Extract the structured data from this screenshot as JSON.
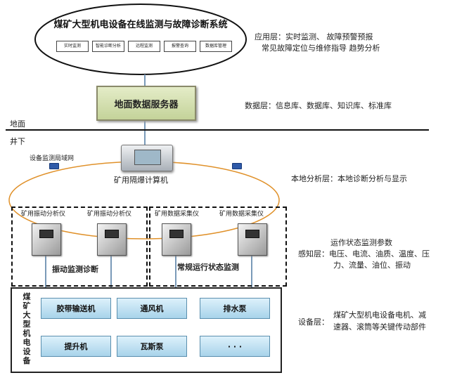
{
  "app_system": {
    "title": "煤矿大型机电设备在线监测与故障诊断系统",
    "functions": [
      "实时监测",
      "智能诊断分析",
      "远程监测",
      "报警查询",
      "数据库管理"
    ]
  },
  "layers": {
    "application": {
      "name": "应用层：",
      "line1": "实时监测、 故障预警预报",
      "line2": "常见故障定位与维修指导  趋势分析"
    },
    "data": {
      "name": "数据层：",
      "content": "信息库、数据库、知识库、标准库"
    },
    "local_analysis": {
      "name": "本地分析层：",
      "content": "本地诊断分析与显示"
    },
    "sensing": {
      "name": "感知层：",
      "line1": "运作状态监测参数",
      "line2": "电压、电流、油质、温度、压",
      "line3": "力、流量、油位、振动"
    },
    "equipment": {
      "name": "设备层：",
      "line1": "煤矿大型机电设备电机、减",
      "line2": "速器、滚筒等关键传动部件"
    }
  },
  "server": {
    "label": "地面数据服务器"
  },
  "ground_label": "地面",
  "underground_label": "井下",
  "network_label": "设备监测局域网",
  "computer_label": "矿用隔爆计算机",
  "instruments": [
    "矿用振动分析仪",
    "矿用振动分析仪",
    "矿用数据采集仪",
    "矿用数据采集仪"
  ],
  "groups": {
    "vibration": "振动监测诊断",
    "routine": "常规运行状态监测"
  },
  "equipment_panel": {
    "side_label": "煤矿大型机电设备",
    "items": [
      "胶带输送机",
      "通风机",
      "排水泵",
      "提升机",
      "瓦斯泵",
      "· · ·"
    ]
  }
}
